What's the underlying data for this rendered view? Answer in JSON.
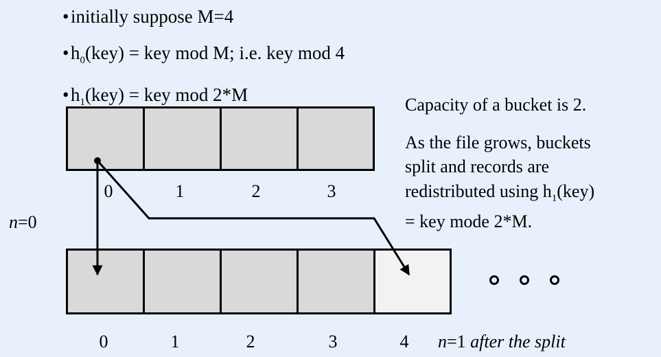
{
  "bullets": {
    "line1": "initially suppose M=4",
    "line2_pre": "h",
    "line2_sub": "0",
    "line2_post": "(key) = key mod M; i.e. key mod 4",
    "line3_pre": "h",
    "line3_sub": "1",
    "line3_post": "(key) = key mod 2*M",
    "bullet_char": "•"
  },
  "notes": {
    "capacity": "Capacity of a bucket is 2.",
    "grow1": "As the file grows, buckets",
    "grow2": "split and records are",
    "grow3_pre": "redistributed using h",
    "grow3_sub": "1",
    "grow3_post": "(key)",
    "grow4": "= key mode 2*M."
  },
  "top_array": {
    "labels": [
      "0",
      "1",
      "2",
      "3"
    ]
  },
  "bottom_array": {
    "labels": [
      "0",
      "1",
      "2",
      "3",
      "4"
    ]
  },
  "n_before": {
    "var": "n",
    "rest": "=0"
  },
  "n_after": {
    "var": "n",
    "rest": "=1",
    "note": "after the split"
  }
}
